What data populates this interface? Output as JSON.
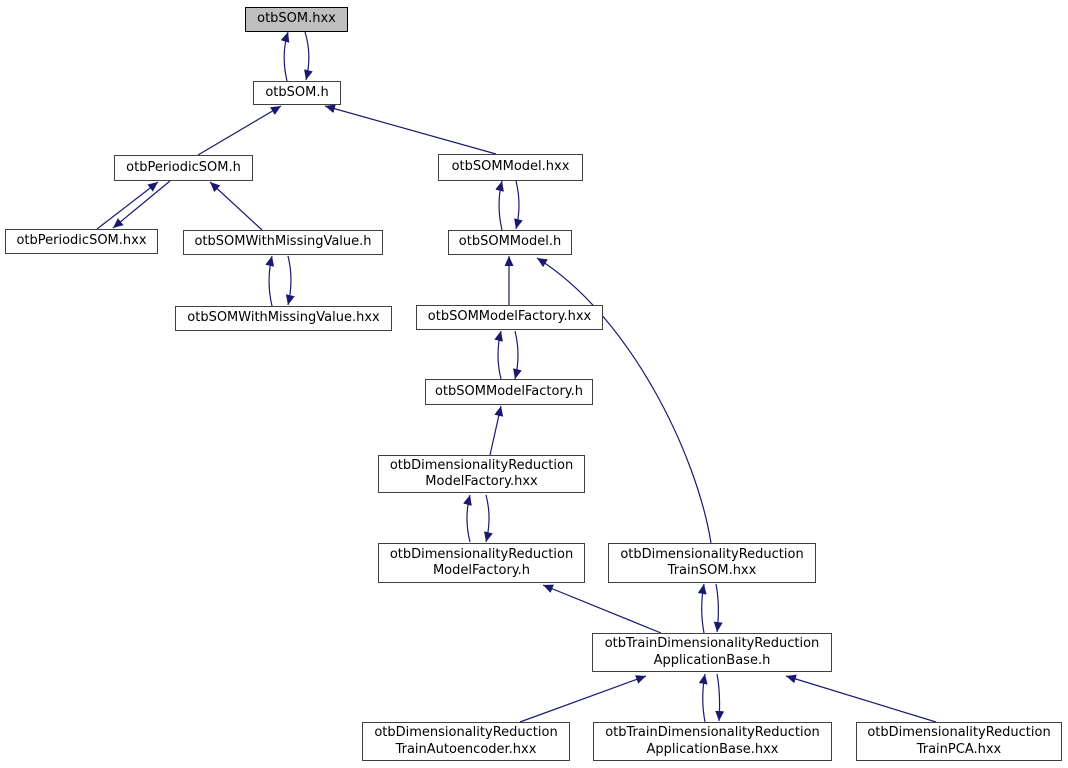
{
  "graph": {
    "type": "doxygen-include-dependency-graph",
    "selected_node": "otbSOM.hxx",
    "colors": {
      "background": "#ffffff",
      "edge": "#191970",
      "node_border": "#404040",
      "node_fill": "#ffffff",
      "selected_node_fill": "#bfbfbf",
      "text": "#000000"
    },
    "nodes": [
      {
        "id": "som-hxx",
        "label": "otbSOM.hxx",
        "selected": true
      },
      {
        "id": "som-h",
        "label": "otbSOM.h",
        "selected": false
      },
      {
        "id": "periodicsom-h",
        "label": "otbPeriodicSOM.h",
        "selected": false
      },
      {
        "id": "sommodel-hxx",
        "label": "otbSOMModel.hxx",
        "selected": false
      },
      {
        "id": "periodicsom-hxx",
        "label": "otbPeriodicSOM.hxx",
        "selected": false
      },
      {
        "id": "somwithmissingvalue-h",
        "label": "otbSOMWithMissingValue.h",
        "selected": false
      },
      {
        "id": "sommodel-h",
        "label": "otbSOMModel.h",
        "selected": false
      },
      {
        "id": "somwithmissingvalue-hxx",
        "label": "otbSOMWithMissingValue.hxx",
        "selected": false
      },
      {
        "id": "sommodelfactory-hxx",
        "label": "otbSOMModelFactory.hxx",
        "selected": false
      },
      {
        "id": "sommodelfactory-h",
        "label": "otbSOMModelFactory.h",
        "selected": false
      },
      {
        "id": "dimredmodelfactory-hxx",
        "label": "otbDimensionalityReduction\nModelFactory.hxx",
        "selected": false
      },
      {
        "id": "dimredmodelfactory-h",
        "label": "otbDimensionalityReduction\nModelFactory.h",
        "selected": false
      },
      {
        "id": "dimredtrainsom-hxx",
        "label": "otbDimensionalityReduction\nTrainSOM.hxx",
        "selected": false
      },
      {
        "id": "traindimredappbase-h",
        "label": "otbTrainDimensionalityReduction\nApplicationBase.h",
        "selected": false
      },
      {
        "id": "dimredtrainautoencoder-hxx",
        "label": "otbDimensionalityReduction\nTrainAutoencoder.hxx",
        "selected": false
      },
      {
        "id": "traindimredappbase-hxx",
        "label": "otbTrainDimensionalityReduction\nApplicationBase.hxx",
        "selected": false
      },
      {
        "id": "dimredtrainpca-hxx",
        "label": "otbDimensionalityReduction\nTrainPCA.hxx",
        "selected": false
      }
    ],
    "edges": [
      {
        "from": "otbSOM.h",
        "to": "otbSOM.hxx",
        "bidirectional": true
      },
      {
        "from": "otbPeriodicSOM.h",
        "to": "otbSOM.h",
        "bidirectional": false
      },
      {
        "from": "otbSOMModel.hxx",
        "to": "otbSOM.h",
        "bidirectional": false
      },
      {
        "from": "otbPeriodicSOM.hxx",
        "to": "otbPeriodicSOM.h",
        "bidirectional": true
      },
      {
        "from": "otbSOMWithMissingValue.h",
        "to": "otbPeriodicSOM.h",
        "bidirectional": false
      },
      {
        "from": "otbSOMWithMissingValue.hxx",
        "to": "otbSOMWithMissingValue.h",
        "bidirectional": true
      },
      {
        "from": "otbSOMModel.h",
        "to": "otbSOMModel.hxx",
        "bidirectional": true
      },
      {
        "from": "otbSOMModelFactory.hxx",
        "to": "otbSOMModel.h",
        "bidirectional": false
      },
      {
        "from": "otbSOMModelFactory.h",
        "to": "otbSOMModelFactory.hxx",
        "bidirectional": true
      },
      {
        "from": "otbDimensionalityReductionModelFactory.hxx",
        "to": "otbSOMModelFactory.h",
        "bidirectional": false
      },
      {
        "from": "otbDimensionalityReductionModelFactory.h",
        "to": "otbDimensionalityReductionModelFactory.hxx",
        "bidirectional": true
      },
      {
        "from": "otbTrainDimensionalityReductionApplicationBase.h",
        "to": "otbDimensionalityReductionModelFactory.h",
        "bidirectional": false
      },
      {
        "from": "otbDimensionalityReductionTrainSOM.hxx",
        "to": "otbSOMModel.h",
        "bidirectional": false
      },
      {
        "from": "otbTrainDimensionalityReductionApplicationBase.h",
        "to": "otbDimensionalityReductionTrainSOM.hxx",
        "bidirectional": true
      },
      {
        "from": "otbDimensionalityReductionTrainAutoencoder.hxx",
        "to": "otbTrainDimensionalityReductionApplicationBase.h",
        "bidirectional": false
      },
      {
        "from": "otbTrainDimensionalityReductionApplicationBase.hxx",
        "to": "otbTrainDimensionalityReductionApplicationBase.h",
        "bidirectional": true
      },
      {
        "from": "otbDimensionalityReductionTrainPCA.hxx",
        "to": "otbTrainDimensionalityReductionApplicationBase.h",
        "bidirectional": false
      }
    ]
  }
}
